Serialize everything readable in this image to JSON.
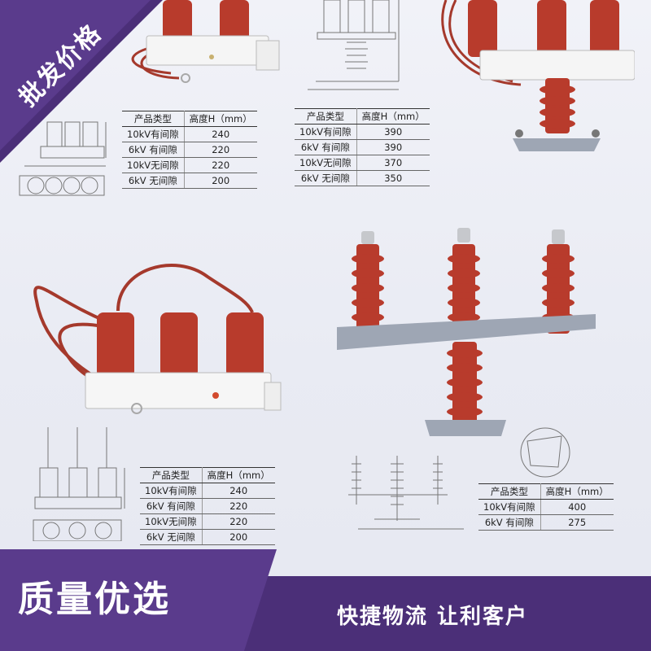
{
  "badge": {
    "text": "批发价格",
    "color": "#4b2f78"
  },
  "footer": {
    "left_text": "质量优选",
    "right_text": "快捷物流 让利客户",
    "bar_color": "#4b2f78",
    "panel_color": "#5a3b8c"
  },
  "colors": {
    "insulator": "#b83b2c",
    "insulator_dark": "#8e2a1f",
    "wire": "#a5392c",
    "body": "#f6f6f6",
    "bar": "#9ea6b4"
  },
  "tables": [
    {
      "header": [
        "产品类型",
        "高度H（mm）"
      ],
      "rows": [
        [
          "10kV有间隙",
          "240"
        ],
        [
          "6kV 有间隙",
          "220"
        ],
        [
          "10kV无间隙",
          "220"
        ],
        [
          "6kV 无间隙",
          "200"
        ]
      ]
    },
    {
      "header": [
        "产品类型",
        "高度H（mm）"
      ],
      "rows": [
        [
          "10kV有间隙",
          "390"
        ],
        [
          "6kV 有间隙",
          "390"
        ],
        [
          "10kV无间隙",
          "370"
        ],
        [
          "6kV 无间隙",
          "350"
        ]
      ]
    },
    {
      "header": [
        "产品类型",
        "高度H（mm）"
      ],
      "rows": [
        [
          "10kV有间隙",
          "240"
        ],
        [
          "6kV 有间隙",
          "220"
        ],
        [
          "10kV无间隙",
          "220"
        ],
        [
          "6kV 无间隙",
          "200"
        ]
      ]
    },
    {
      "header": [
        "产品类型",
        "高度H（mm）"
      ],
      "rows": [
        [
          "10kV有间隙",
          "400"
        ],
        [
          "6kV 有间隙",
          "275"
        ]
      ]
    }
  ]
}
